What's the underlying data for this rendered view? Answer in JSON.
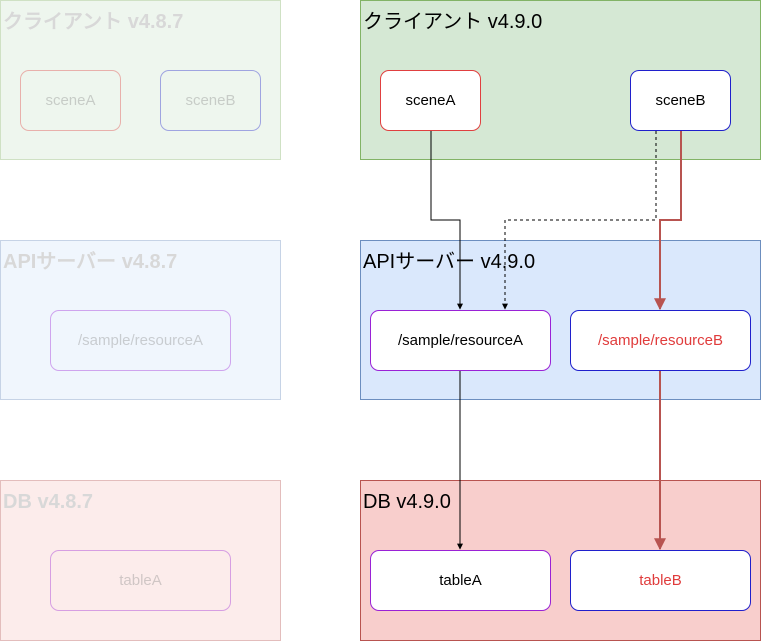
{
  "old_version": {
    "client": {
      "title": "クライアント v4.8.7",
      "scene_a": "sceneA",
      "scene_b": "sceneB"
    },
    "api": {
      "title": "APIサーバー v4.8.7",
      "resource_a": "/sample/resourceA"
    },
    "db": {
      "title": "DB v4.8.7",
      "table_a": "tableA"
    }
  },
  "new_version": {
    "client": {
      "title": "クライアント v4.9.0",
      "scene_a": "sceneA",
      "scene_b": "sceneB"
    },
    "api": {
      "title": "APIサーバー v4.9.0",
      "resource_a": "/sample/resourceA",
      "resource_b": "/sample/resourceB"
    },
    "db": {
      "title": "DB v4.9.0",
      "table_a": "tableA",
      "table_b": "tableB"
    }
  },
  "colors": {
    "client_fill": "#d5e8d4",
    "api_fill": "#dae8fc",
    "db_fill": "#f8cecc",
    "highlight_edge": "#b85450",
    "new_item_text": "#e03c3c"
  }
}
